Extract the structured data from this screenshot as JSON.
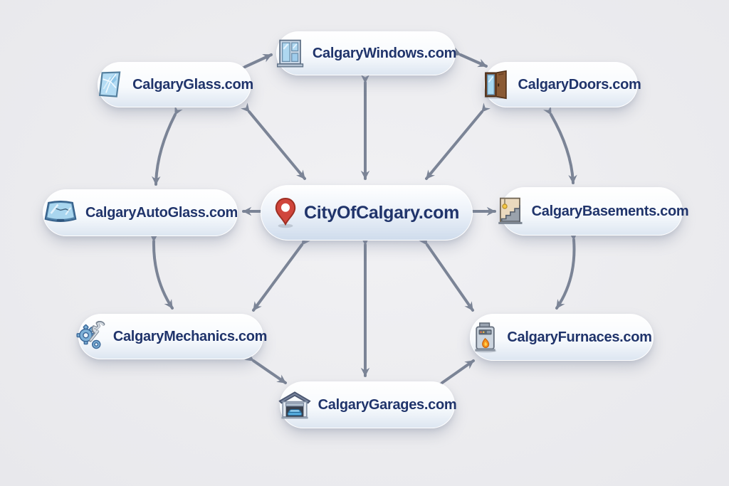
{
  "diagram": {
    "title": "Calgary domain network diagram",
    "colors": {
      "background": "#ebebee",
      "arrow": "#7b8496",
      "label_text": "#20346b",
      "pill_top": "#ffffff",
      "pill_bottom": "#dde6f1",
      "pin_red": "#d0453c"
    },
    "center": {
      "label": "CityOfCalgary.com",
      "icon": "map-pin-icon"
    },
    "nodes": {
      "windows": {
        "label": "CalgaryWindows.com",
        "icon": "window-icon",
        "position": "top"
      },
      "glass": {
        "label": "CalgaryGlass.com",
        "icon": "broken-glass-icon",
        "position": "top-left"
      },
      "doors": {
        "label": "CalgaryDoors.com",
        "icon": "open-door-icon",
        "position": "top-right"
      },
      "autoglass": {
        "label": "CalgaryAutoGlass.com",
        "icon": "windshield-icon",
        "position": "left"
      },
      "basements": {
        "label": "CalgaryBasements.com",
        "icon": "basement-stairs-icon",
        "position": "right"
      },
      "mechanics": {
        "label": "CalgaryMechanics.com",
        "icon": "gear-wrench-icon",
        "position": "bottom-left"
      },
      "furnaces": {
        "label": "CalgaryFurnaces.com",
        "icon": "furnace-icon",
        "position": "bottom-right"
      },
      "garages": {
        "label": "CalgaryGarages.com",
        "icon": "garage-icon",
        "position": "bottom"
      }
    },
    "connections": [
      {
        "from": "center",
        "to": "windows",
        "bidirectional": true
      },
      {
        "from": "center",
        "to": "glass",
        "bidirectional": true
      },
      {
        "from": "center",
        "to": "doors",
        "bidirectional": true
      },
      {
        "from": "center",
        "to": "autoglass",
        "bidirectional": false
      },
      {
        "from": "center",
        "to": "basements",
        "bidirectional": false
      },
      {
        "from": "center",
        "to": "mechanics",
        "bidirectional": true
      },
      {
        "from": "center",
        "to": "garages",
        "bidirectional": true
      },
      {
        "from": "center",
        "to": "furnaces",
        "bidirectional": true
      },
      {
        "from": "glass",
        "to": "windows",
        "bidirectional": true
      },
      {
        "from": "windows",
        "to": "doors",
        "bidirectional": true
      },
      {
        "from": "glass",
        "to": "autoglass",
        "bidirectional": true
      },
      {
        "from": "doors",
        "to": "basements",
        "bidirectional": true
      },
      {
        "from": "autoglass",
        "to": "mechanics",
        "bidirectional": true
      },
      {
        "from": "basements",
        "to": "furnaces",
        "bidirectional": true
      },
      {
        "from": "mechanics",
        "to": "garages",
        "bidirectional": true
      },
      {
        "from": "garages",
        "to": "furnaces",
        "bidirectional": true
      }
    ]
  }
}
